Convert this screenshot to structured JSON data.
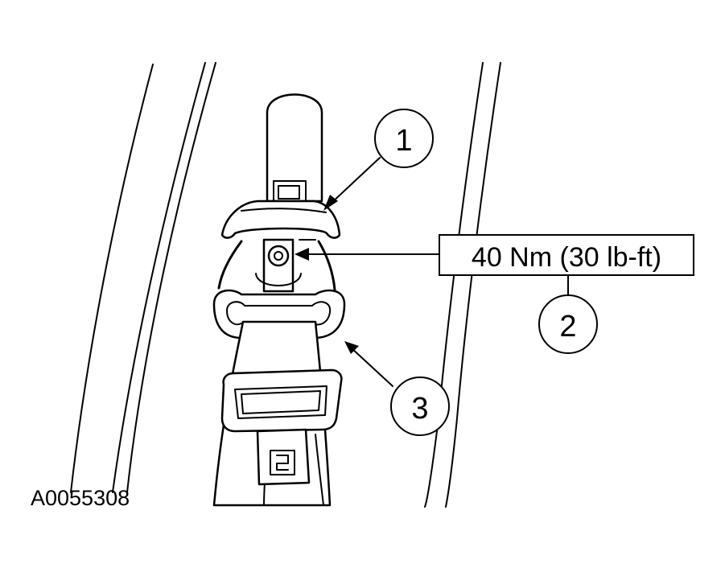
{
  "figure": {
    "id_label": "A0055308",
    "torque_label": "40 Nm (30 lb-ft)",
    "callouts": [
      "1",
      "2",
      "3"
    ]
  }
}
